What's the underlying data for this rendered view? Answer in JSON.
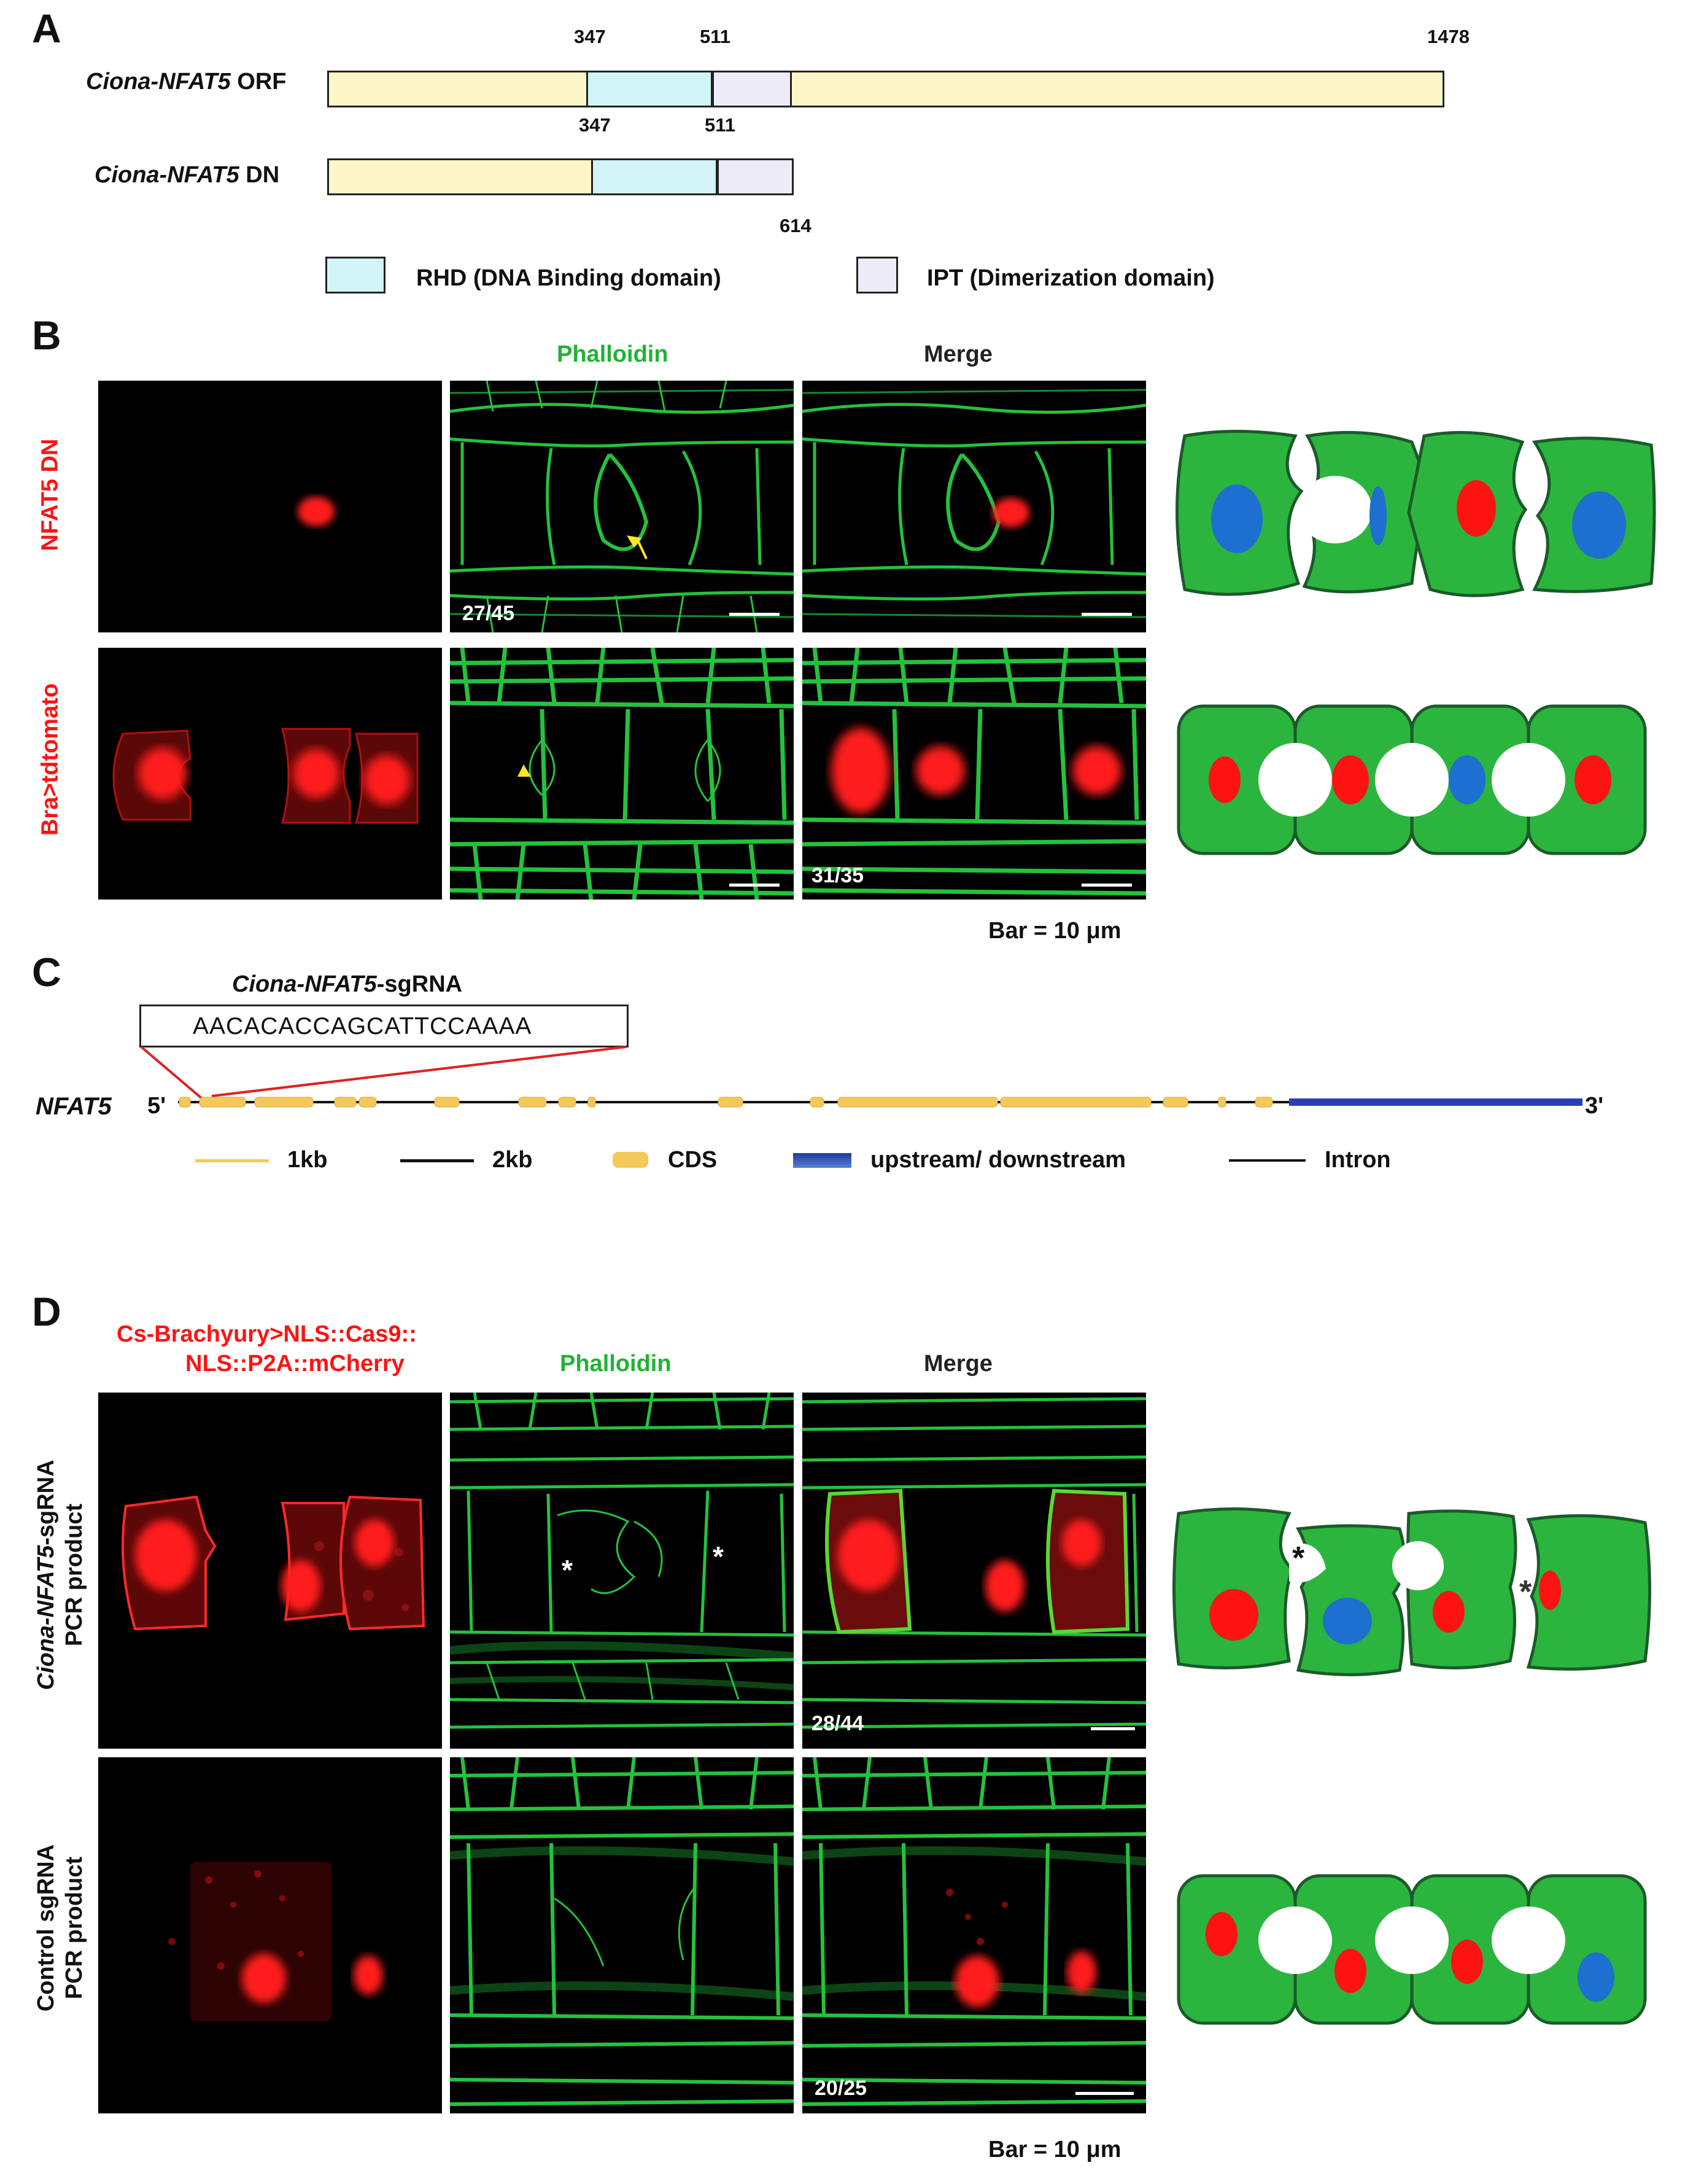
{
  "panel_a": {
    "label": "A",
    "orf_label_italic": "Ciona-NFAT5",
    "orf_label_rest": " ORF",
    "dn_label_italic": "Ciona-NFAT5",
    "dn_label_rest": " DN",
    "orf_ticks": [
      "347",
      "511",
      "1478"
    ],
    "dn_ticks": [
      "347",
      "511",
      "614"
    ],
    "legend_rhd": "RHD (DNA Binding domain)",
    "legend_ipt": "IPT (Dimerization domain)",
    "colors": {
      "body": "#fbf5c8",
      "rhd": "#d2f4f6",
      "ipt": "#ecebf7"
    }
  },
  "panel_b": {
    "label": "B",
    "col_phalloidin": "Phalloidin",
    "col_merge": "Merge",
    "row1_label": "NFAT5 DN",
    "row2_label": "Bra>tdtomato",
    "row1_count": "27/45",
    "row2_count": "31/35",
    "bar": "Bar = 10 μm"
  },
  "panel_c": {
    "label": "C",
    "sgrna_title_italic": "Ciona-NFAT5",
    "sgrna_title_rest": "-sgRNA",
    "sequence": "AACACACCAGCATTCCAAAA",
    "gene": "NFAT5",
    "five_prime": "5'",
    "three_prime": "3'",
    "legend_1kb": "1kb",
    "legend_2kb": "2kb",
    "legend_cds": "CDS",
    "legend_updown": "upstream/ downstream",
    "legend_intron": "Intron"
  },
  "panel_d": {
    "label": "D",
    "construct_line1": "Cs-Brachyury>NLS::Cas9::",
    "construct_line2": "NLS::P2A::mCherry",
    "col_phalloidin": "Phalloidin",
    "col_merge": "Merge",
    "row1_label_italic": "Ciona-NFAT5",
    "row1_label_rest": "-sgRNA",
    "row1_label_line2": "PCR product",
    "row2_label_line1": "Control sgRNA",
    "row2_label_line2": "PCR product",
    "row1_count": "28/44",
    "row2_count": "20/25",
    "bar": "Bar = 10 μm",
    "asterisk": "*"
  },
  "colors": {
    "green": "#1fb336",
    "red": "#ff1212",
    "blue": "#1d6fd0",
    "cell_green": "#2bb53e",
    "outline": "#1c5a2a"
  }
}
